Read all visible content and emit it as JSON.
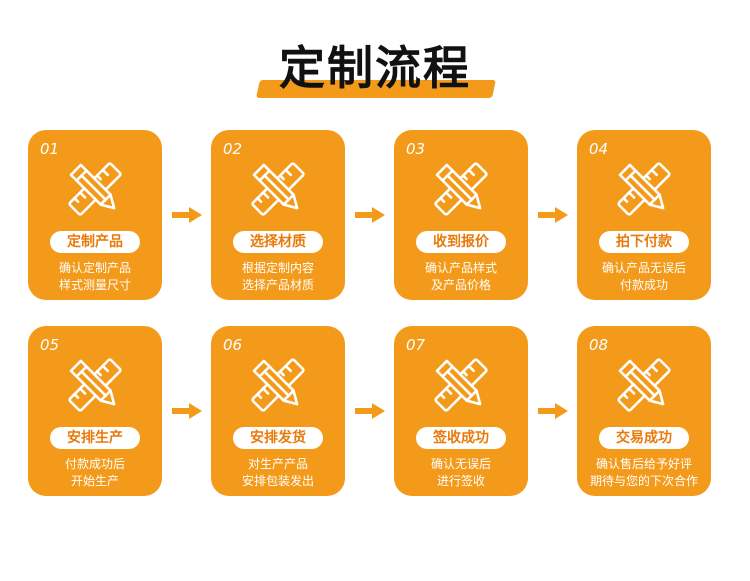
{
  "title": "定制流程",
  "colors": {
    "accent": "#f39a1a",
    "pill_text": "#e9790a",
    "card_text": "#ffffff",
    "title_text": "#111111"
  },
  "steps": [
    {
      "num": "01",
      "label": "定制产品",
      "desc": [
        "确认定制产品",
        "样式测量尺寸"
      ],
      "icon": "ruler-pencil-icon"
    },
    {
      "num": "02",
      "label": "选择材质",
      "desc": [
        "根据定制内容",
        "选择产品材质"
      ],
      "icon": "ruler-pencil-icon"
    },
    {
      "num": "03",
      "label": "收到报价",
      "desc": [
        "确认产品样式",
        "及产品价格"
      ],
      "icon": "ruler-pencil-icon"
    },
    {
      "num": "04",
      "label": "拍下付款",
      "desc": [
        "确认产品无误后",
        "付款成功"
      ],
      "icon": "ruler-pencil-icon"
    },
    {
      "num": "05",
      "label": "安排生产",
      "desc": [
        "付款成功后",
        "开始生产"
      ],
      "icon": "ruler-pencil-icon"
    },
    {
      "num": "06",
      "label": "安排发货",
      "desc": [
        "对生产产品",
        "安排包装发出"
      ],
      "icon": "ruler-pencil-icon"
    },
    {
      "num": "07",
      "label": "签收成功",
      "desc": [
        "确认无误后",
        "进行签收"
      ],
      "icon": "ruler-pencil-icon"
    },
    {
      "num": "08",
      "label": "交易成功",
      "desc": [
        "确认售后给予好评",
        "期待与您的下次合作"
      ],
      "icon": "ruler-pencil-icon"
    }
  ]
}
